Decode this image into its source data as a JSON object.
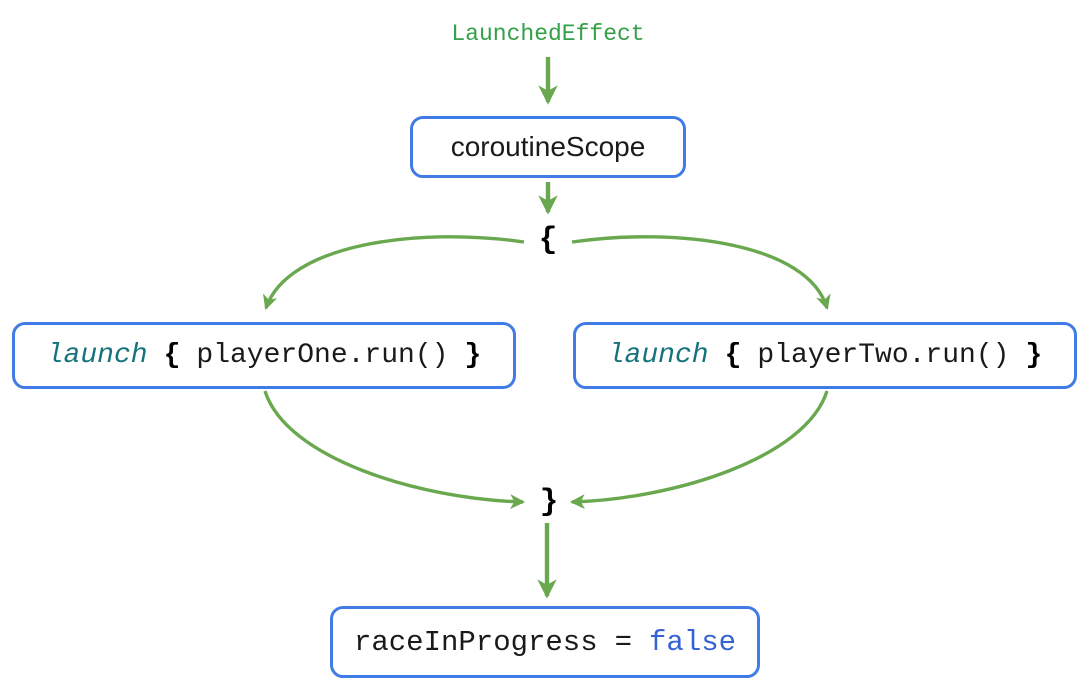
{
  "diagram": {
    "top_label": "LaunchedEffect",
    "scope_box_label": "coroutineScope",
    "open_brace": "{",
    "close_brace": "}",
    "left_box": {
      "keyword": "launch",
      "open_brace": "{",
      "body": "playerOne.run()",
      "close_brace": "}"
    },
    "right_box": {
      "keyword": "launch",
      "open_brace": "{",
      "body": "playerTwo.run()",
      "close_brace": "}"
    },
    "result_box": {
      "lhs": "raceInProgress",
      "operator": "=",
      "value": "false"
    }
  },
  "colors": {
    "arrow_green": "#6aa84f",
    "label_green": "#34a047",
    "box_border_blue": "#417be6",
    "keyword_teal": "#16727c",
    "value_blue": "#3463d2",
    "text_black": "#1a1a1a"
  }
}
